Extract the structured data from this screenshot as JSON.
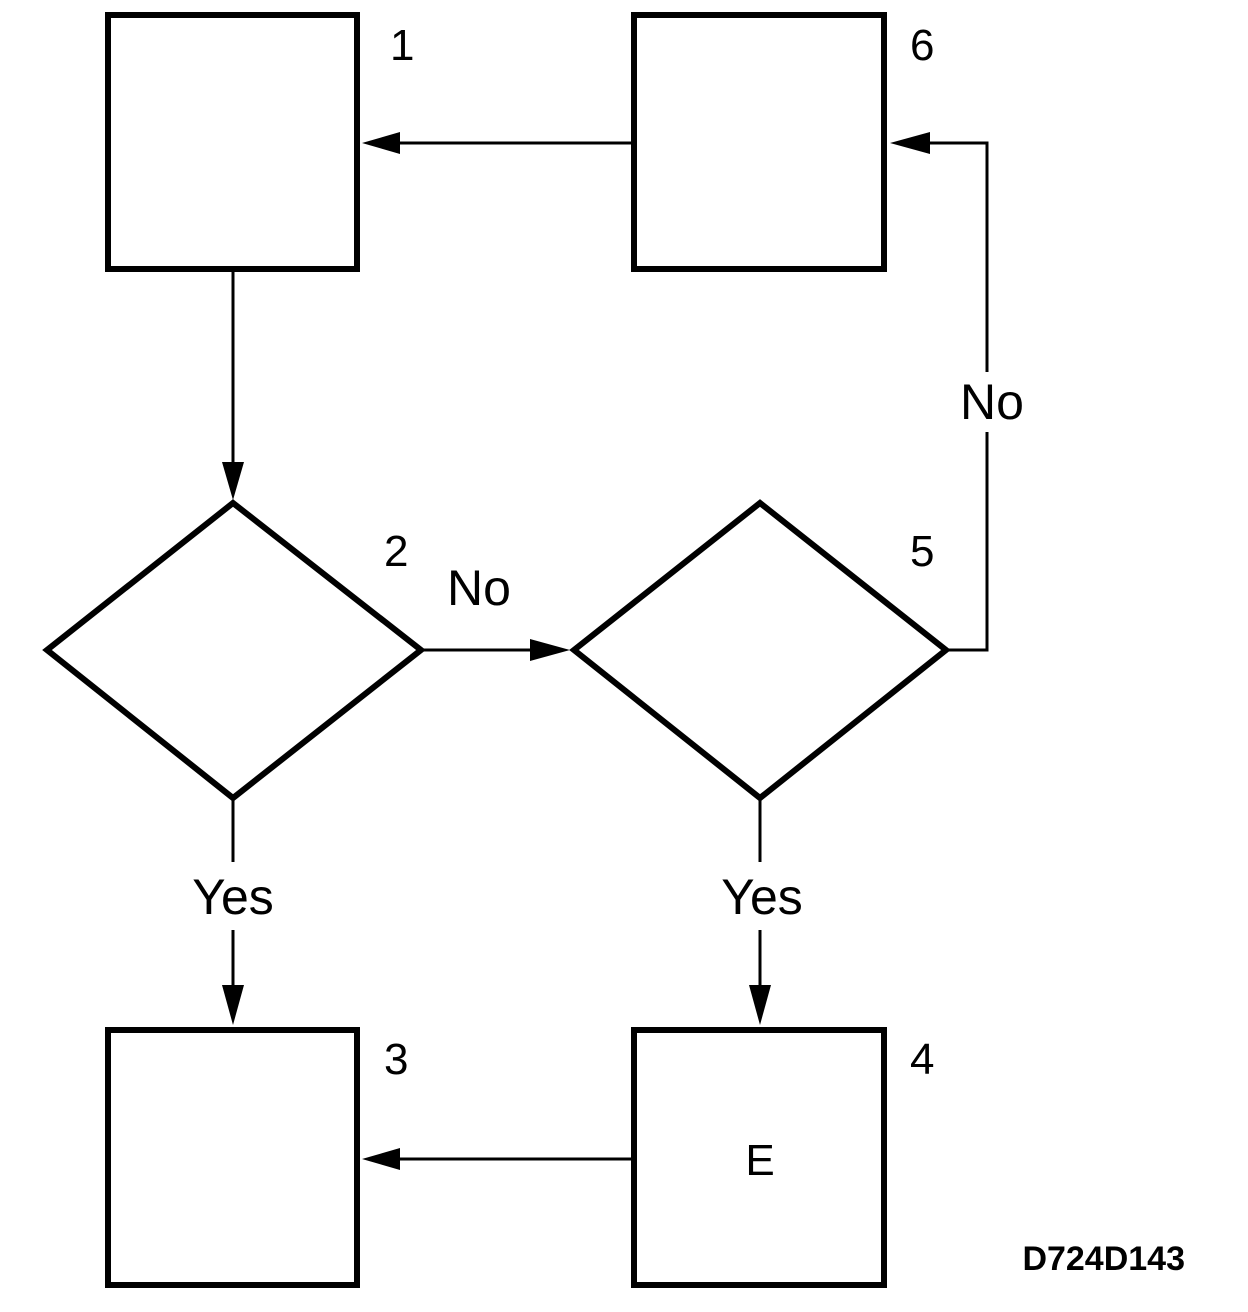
{
  "nodes": [
    {
      "id": "1",
      "shape": "rect",
      "number": "1",
      "text": ""
    },
    {
      "id": "2",
      "shape": "diamond",
      "number": "2",
      "text": ""
    },
    {
      "id": "3",
      "shape": "rect",
      "number": "3",
      "text": ""
    },
    {
      "id": "4",
      "shape": "rect",
      "number": "4",
      "text": "E"
    },
    {
      "id": "5",
      "shape": "diamond",
      "number": "5",
      "text": ""
    },
    {
      "id": "6",
      "shape": "rect",
      "number": "6",
      "text": ""
    }
  ],
  "edges": [
    {
      "from": "1",
      "to": "2",
      "label": ""
    },
    {
      "from": "2",
      "to": "3",
      "label": "Yes"
    },
    {
      "from": "2",
      "to": "5",
      "label": "No"
    },
    {
      "from": "5",
      "to": "4",
      "label": "Yes"
    },
    {
      "from": "5",
      "to": "6",
      "label": "No"
    },
    {
      "from": "4",
      "to": "3",
      "label": ""
    },
    {
      "from": "6",
      "to": "1",
      "label": ""
    }
  ],
  "figure_code": "D724D143"
}
